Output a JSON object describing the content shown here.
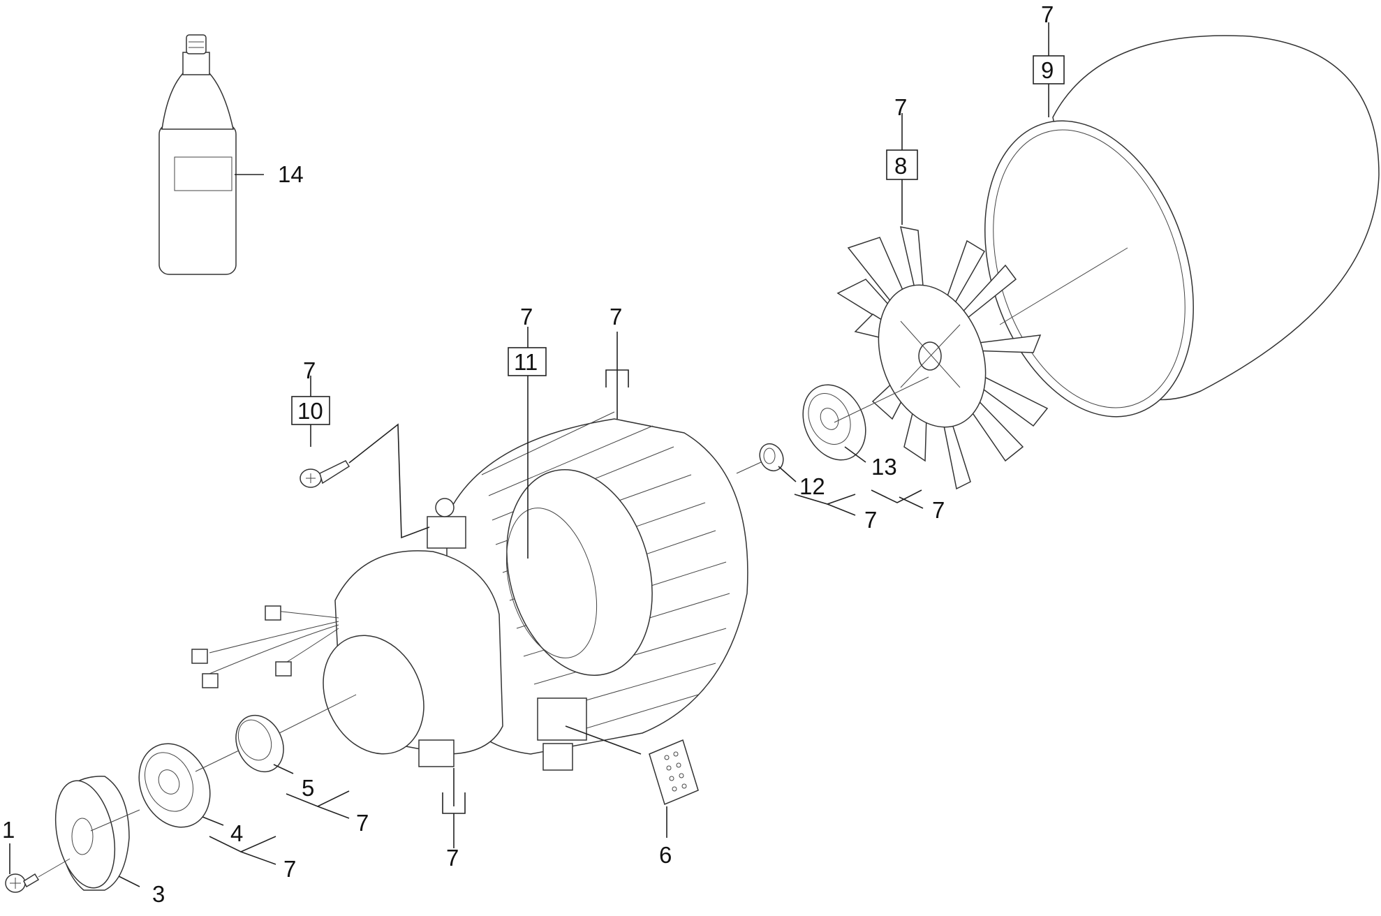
{
  "figure": {
    "labels": {
      "bolt": "1",
      "end_cover": "3",
      "ball_bearing_front": "4",
      "seal_ring": "5",
      "brush_holder": "6",
      "fan": "8",
      "fan_cover": "9",
      "screw": "10",
      "stator": "11",
      "nut": "12",
      "ball_bearing_rear": "13",
      "oil_bottle": "14"
    },
    "assembly_refs": {
      "fan_cover": "7",
      "fan": "7",
      "stator": "7",
      "housing_top": "7",
      "screw": "7",
      "nut": "7",
      "ball_bearing_rear": "7",
      "seal_ring": "7",
      "ball_bearing_front": "7",
      "housing_bottom": "7"
    }
  }
}
